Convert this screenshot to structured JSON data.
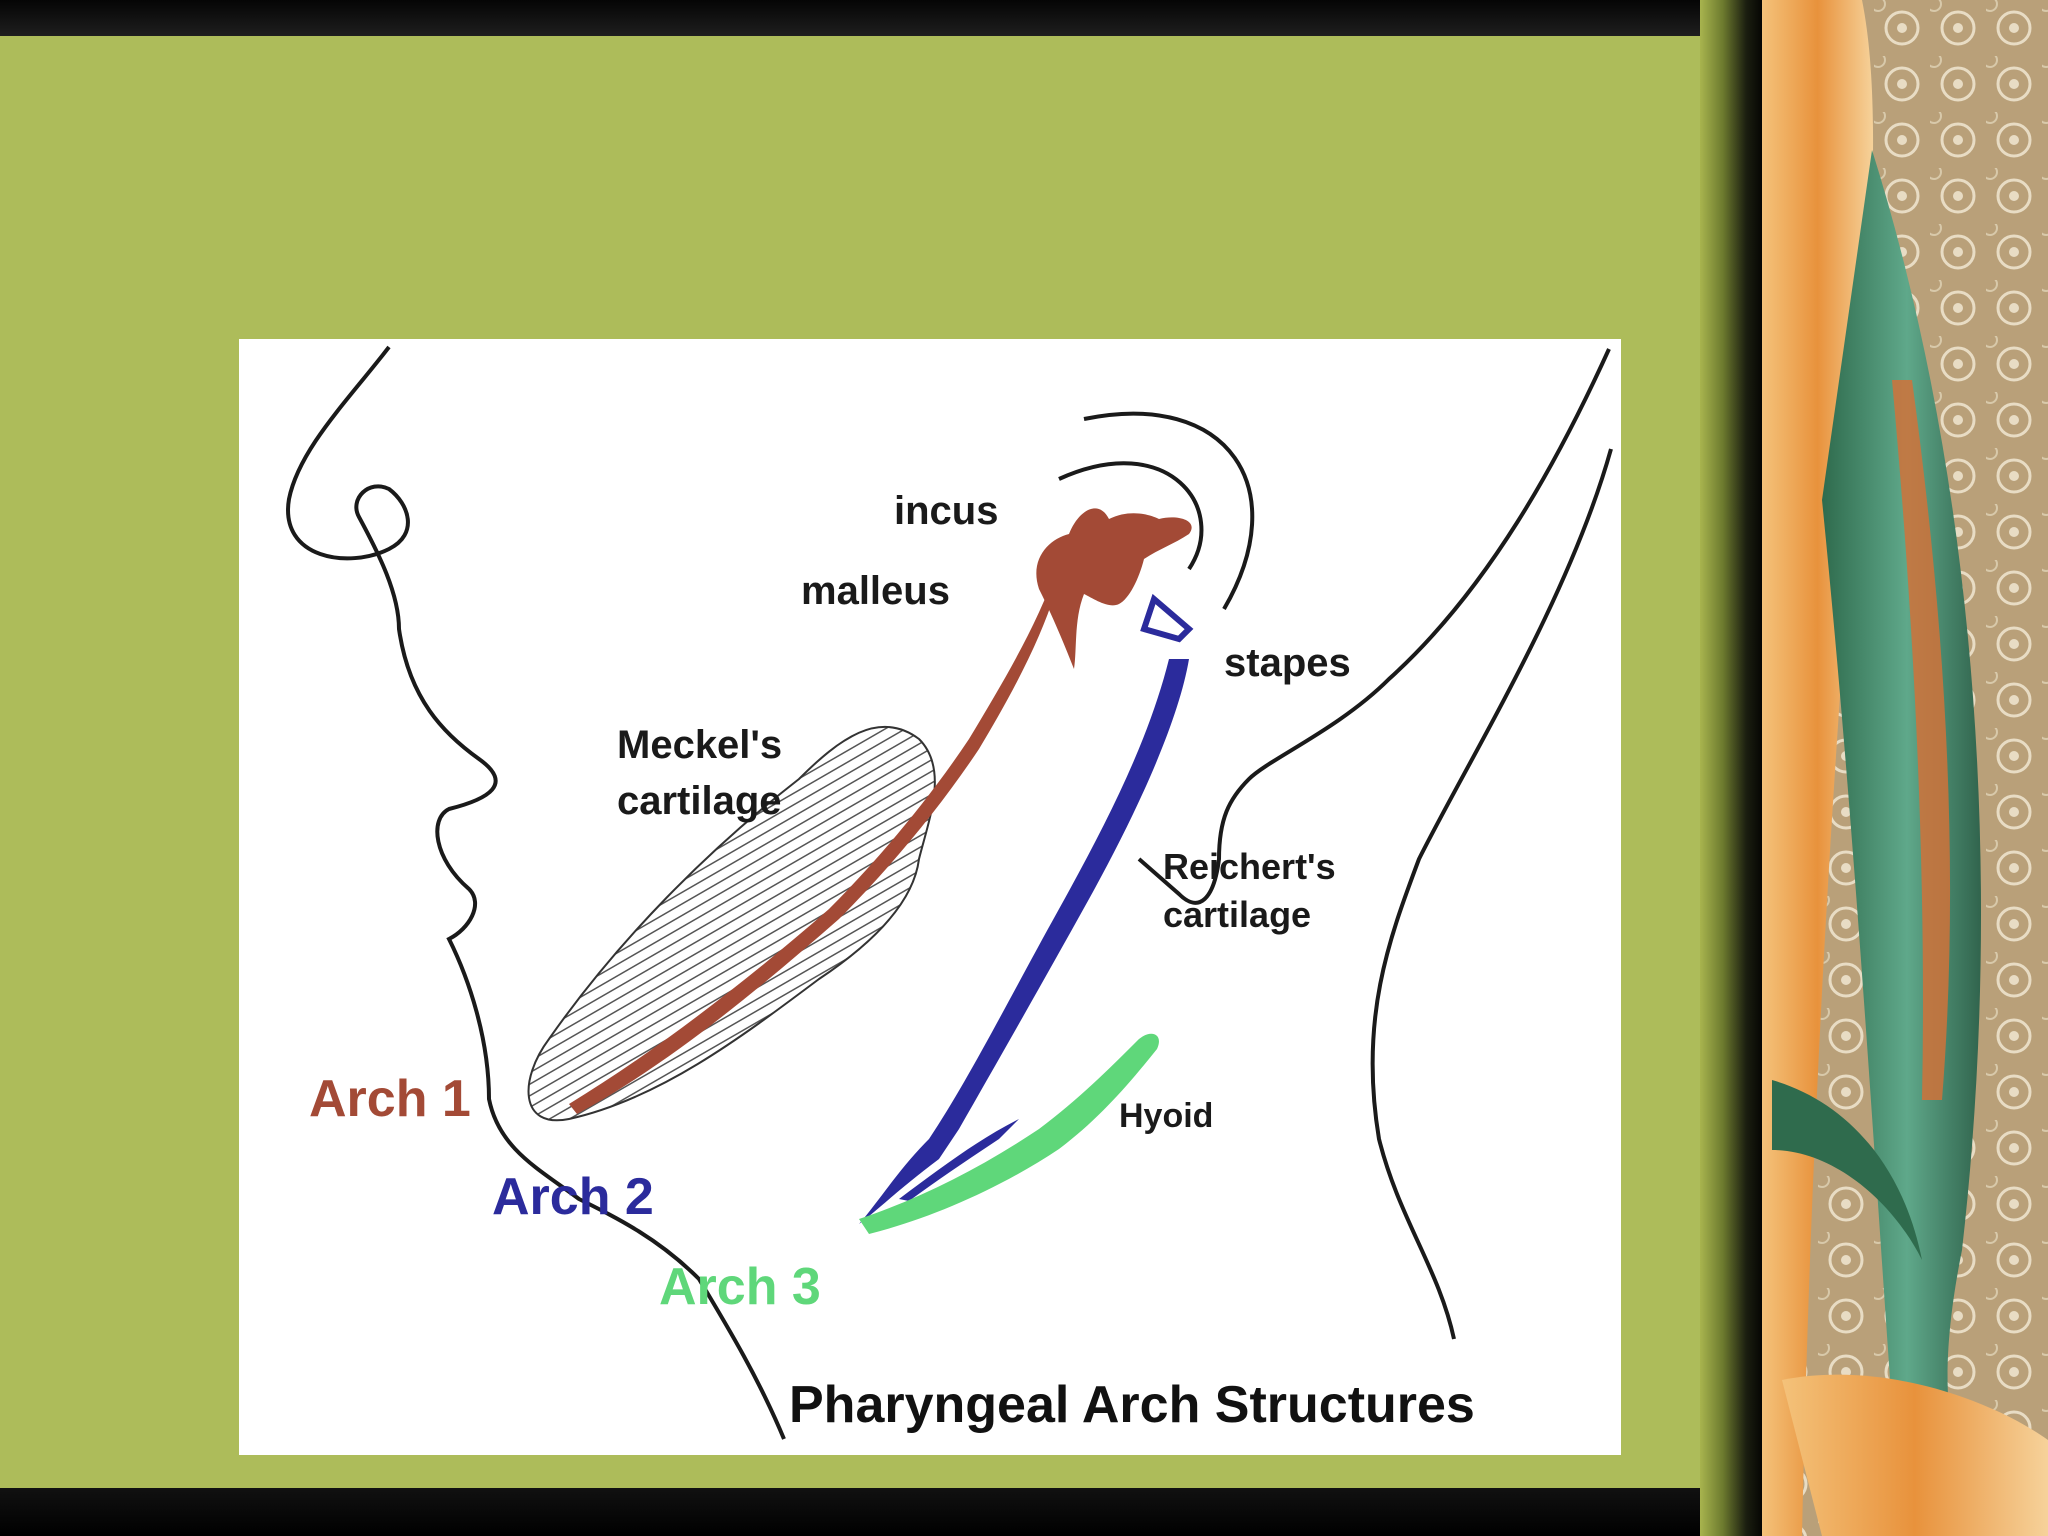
{
  "diagram": {
    "title": "Pharyngeal Arch Structures",
    "labels": {
      "incus": "incus",
      "malleus": "malleus",
      "stapes": "stapes",
      "meckels_line1": "Meckel's",
      "meckels_line2": "cartilage",
      "reicherts_line1": "Reichert's",
      "reicherts_line2": "cartilage",
      "hyoid": "Hyoid"
    },
    "arches": {
      "arch1": "Arch 1",
      "arch2": "Arch 2",
      "arch3": "Arch 3"
    }
  },
  "colors": {
    "background": "#adbc5a",
    "arch1": "#a34a36",
    "arch2": "#2b2b9c",
    "arch3": "#5fd77a"
  }
}
